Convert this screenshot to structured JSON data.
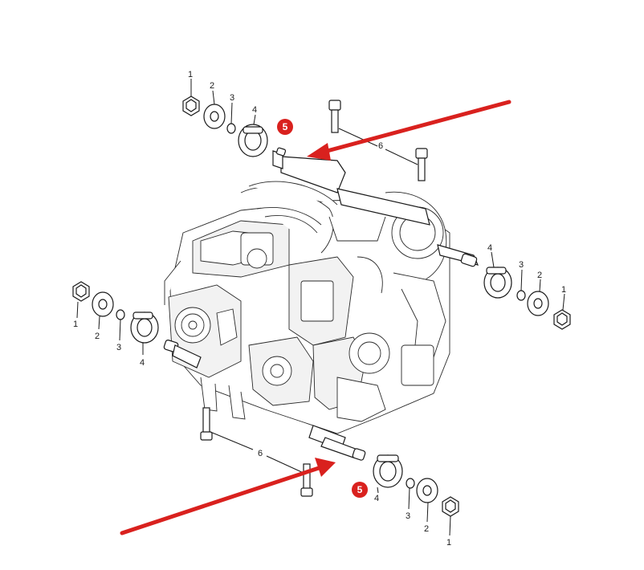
{
  "colors": {
    "arrow": "#d9211e",
    "badge": "#d9211e",
    "line": "#1a1a1a"
  },
  "callouts": {
    "top_nut": "1",
    "top_washer": "2",
    "top_oring": "3",
    "top_bushing": "4",
    "top_stud": "5",
    "top_bolts": "6",
    "right_bushing": "4",
    "right_oring": "3",
    "right_washer": "2",
    "right_nut": "1",
    "left_nut": "1",
    "left_washer": "2",
    "left_oring": "3",
    "left_bushing": "4",
    "bottom_bolts": "6",
    "bottom_stud": "5",
    "bottom_bushing": "4",
    "bottom_oring": "3",
    "bottom_washer": "2",
    "bottom_nut": "1"
  }
}
